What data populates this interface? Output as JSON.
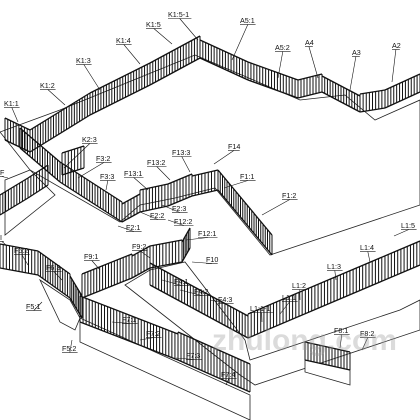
{
  "diagram": {
    "labels": [
      {
        "id": "K1-5-1",
        "text": "K1:5-1"
      },
      {
        "id": "A5-1",
        "text": "A5:1"
      },
      {
        "id": "K1-5",
        "text": "K1:5"
      },
      {
        "id": "K1-4",
        "text": "K1:4"
      },
      {
        "id": "A5-2",
        "text": "A5:2"
      },
      {
        "id": "A4",
        "text": "A4"
      },
      {
        "id": "A3",
        "text": "A3"
      },
      {
        "id": "A2",
        "text": "A2"
      },
      {
        "id": "K1-3",
        "text": "K1:3"
      },
      {
        "id": "K1-2",
        "text": "K1:2"
      },
      {
        "id": "K1-1",
        "text": "K1:1"
      },
      {
        "id": "K2-3",
        "text": "K2:3"
      },
      {
        "id": "F3-2",
        "text": "F3:2"
      },
      {
        "id": "F13-3",
        "text": "F13:3"
      },
      {
        "id": "F14",
        "text": "F14"
      },
      {
        "id": "F13-2",
        "text": "F13:2"
      },
      {
        "id": "F3-3",
        "text": "F3:3"
      },
      {
        "id": "F13-1",
        "text": "F13:1"
      },
      {
        "id": "F1-1",
        "text": "F1:1"
      },
      {
        "id": "F1-2",
        "text": "F1:2"
      },
      {
        "id": "F2-3",
        "text": "F2:3"
      },
      {
        "id": "F2-2",
        "text": "F2:2"
      },
      {
        "id": "F12-2",
        "text": "F12:2"
      },
      {
        "id": "F2-1",
        "text": "F2:1"
      },
      {
        "id": "F12-1",
        "text": "F12:1"
      },
      {
        "id": "L1-5",
        "text": "L1:5"
      },
      {
        "id": "L1-4",
        "text": "L1:4"
      },
      {
        "id": "F6-2",
        "text": "F6:2"
      },
      {
        "id": "F9-2",
        "text": "F9:2"
      },
      {
        "id": "F10",
        "text": "F10"
      },
      {
        "id": "F9-1",
        "text": "F9:1"
      },
      {
        "id": "F6-3",
        "text": "F6:3"
      },
      {
        "id": "L1-3",
        "text": "L1:3"
      },
      {
        "id": "F4-1",
        "text": "F4:1"
      },
      {
        "id": "F4-2",
        "text": "F4:2"
      },
      {
        "id": "L1-2",
        "text": "L1:2"
      },
      {
        "id": "F4-3",
        "text": "F4:3"
      },
      {
        "id": "L1-1",
        "text": "L1:1"
      },
      {
        "id": "L1-1-1",
        "text": "L1:1-1"
      },
      {
        "id": "F5-1",
        "text": "F5:1"
      },
      {
        "id": "F7-1",
        "text": "F7:1"
      },
      {
        "id": "F7-2",
        "text": "F7:2"
      },
      {
        "id": "F8-1",
        "text": "F8:1"
      },
      {
        "id": "F8-2",
        "text": "F8:2"
      },
      {
        "id": "F5-2",
        "text": "F5:2"
      },
      {
        "id": "F7-3",
        "text": "F7:3"
      },
      {
        "id": "F7-4",
        "text": "F7:4"
      },
      {
        "id": "F-edge",
        "text": "F"
      },
      {
        "id": "I-edge",
        "text": "I"
      }
    ]
  },
  "watermark": "zhulong.com"
}
